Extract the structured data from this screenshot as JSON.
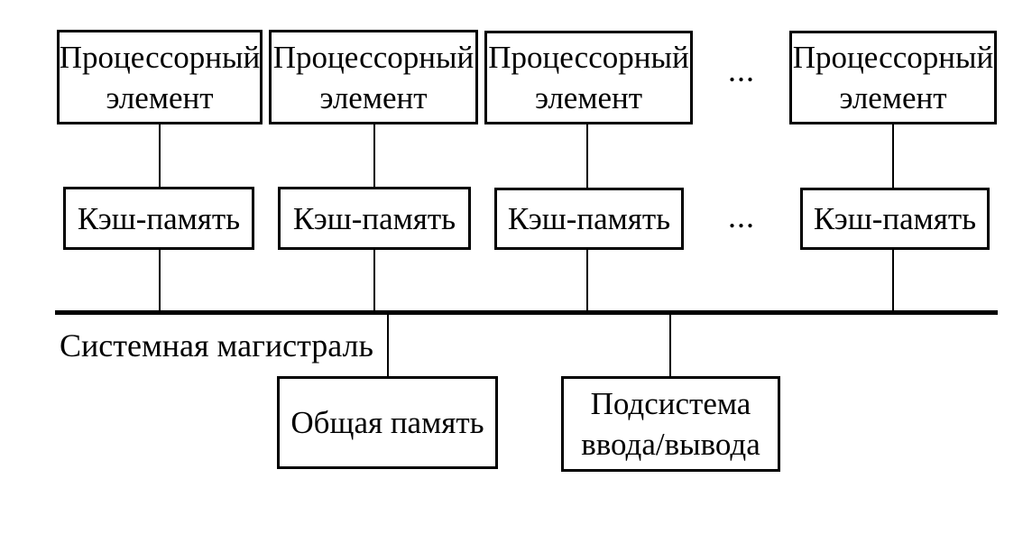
{
  "diagram": {
    "background_color": "#ffffff",
    "line_color": "#000000",
    "text_color": "#000000",
    "processors": [
      {
        "label": "Процессорный\nэлемент"
      },
      {
        "label": "Процессорный\nэлемент"
      },
      {
        "label": "Процессорный\nэлемент"
      },
      {
        "label": "Процессорный\nэлемент"
      }
    ],
    "caches": [
      {
        "label": "Кэш-память"
      },
      {
        "label": "Кэш-память"
      },
      {
        "label": "Кэш-память"
      },
      {
        "label": "Кэш-память"
      }
    ],
    "ellipsis": {
      "processor_row": "...",
      "cache_row": "..."
    },
    "bus": {
      "label": "Системная магистраль"
    },
    "bottom": {
      "shared_memory": {
        "label": "Общая память"
      },
      "io_subsystem": {
        "label": "Подсистема\nввода/вывода"
      }
    }
  }
}
